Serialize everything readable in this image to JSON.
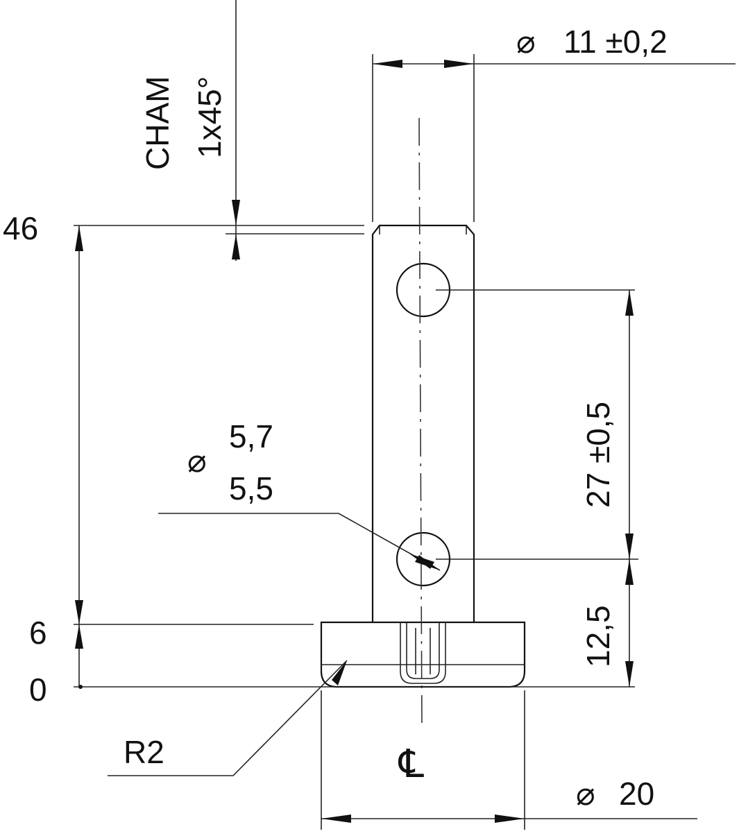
{
  "drawing": {
    "chamfer": {
      "line1": "CHAM",
      "line2": "1x45°"
    },
    "pin_diameter": {
      "symbol": "⌀",
      "value": "11 ±0,2"
    },
    "hole_diameter": {
      "symbol": "⌀",
      "upper": "5,7",
      "lower": "5,5"
    },
    "hole_spacing": "27 ±0,5",
    "hole_offset": "12,5",
    "base_diameter": {
      "symbol": "⌀",
      "value": "20"
    },
    "fillet_radius": "R2",
    "center_line_mark": "℄",
    "height_markers": [
      "46",
      "6",
      "0"
    ]
  }
}
